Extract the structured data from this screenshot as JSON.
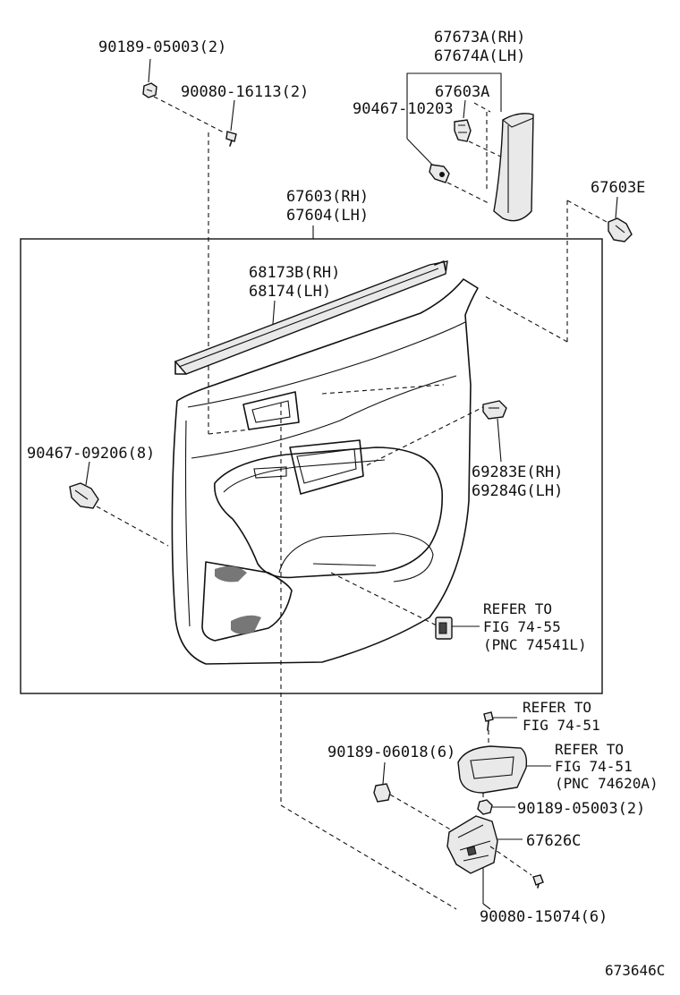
{
  "diagram_id": "673646C",
  "callouts": {
    "c_90189_05003_top": "90189-05003(2)",
    "c_90080_16113": "90080-16113(2)",
    "c_67673A": "67673A(RH)",
    "c_67674A": "67674A(LH)",
    "c_67603A": "67603A",
    "c_90467_10203": "90467-10203",
    "c_67603E": "67603E",
    "c_67603_rh": "67603(RH)",
    "c_67604_lh": "67604(LH)",
    "c_68173B": "68173B(RH)",
    "c_68174": "68174(LH)",
    "c_90467_09206": "90467-09206(8)",
    "c_69283E": "69283E(RH)",
    "c_69284G": "69284G(LH)",
    "c_refer_74_55_1": "REFER TO",
    "c_refer_74_55_2": "FIG 74-55",
    "c_refer_74_55_3": "(PNC 74541L)",
    "c_refer_74_51a_1": "REFER TO",
    "c_refer_74_51a_2": "FIG 74-51",
    "c_90189_06018": "90189-06018(6)",
    "c_refer_74_51b_1": "REFER TO",
    "c_refer_74_51b_2": "FIG 74-51",
    "c_refer_74_51b_3": "(PNC 74620A)",
    "c_90189_05003_bot": "90189-05003(2)",
    "c_67626C": "67626C",
    "c_90080_15074": "90080-15074(6)"
  }
}
